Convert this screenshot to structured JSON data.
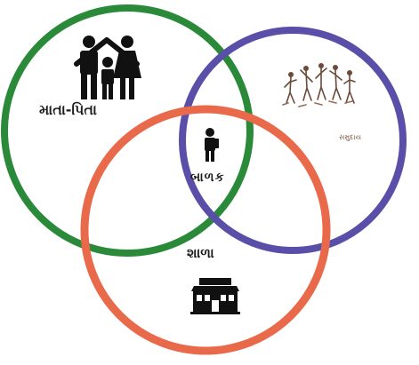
{
  "diagram": {
    "circles": [
      {
        "id": "parents",
        "label": "માતા-પિતા",
        "color": "#2a8a3a"
      },
      {
        "id": "community",
        "label": "સમુદાય",
        "color": "#5a4fa8"
      },
      {
        "id": "school",
        "label": "શાળા",
        "color": "#e86a4a"
      }
    ],
    "center": {
      "label": "બાળક"
    },
    "icons": {
      "parents": "family-icon",
      "community": "dancing-people-icon",
      "child": "child-icon",
      "school": "school-building-icon"
    }
  }
}
